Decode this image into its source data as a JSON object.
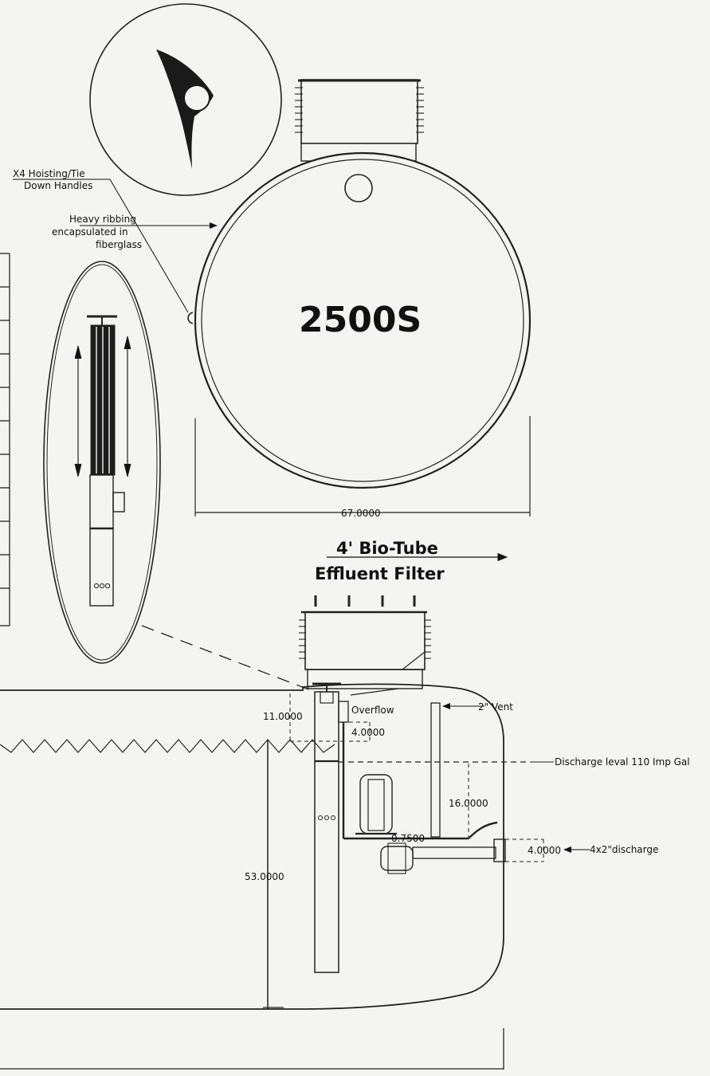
{
  "model": "2500S",
  "filter": {
    "line1": "4' Bio-Tube",
    "line2": "Effluent Filter"
  },
  "callouts": {
    "handles_line1": "X4 Hoisting/Tie",
    "handles_line2": "Down Handles",
    "ribbing_line1": "Heavy ribbing",
    "ribbing_line2": "encapsulated in",
    "ribbing_line3": "fiberglass",
    "overflow": "Overflow",
    "vent": "2\" Vent",
    "discharge_level": "Discharge leval 110 Imp Gal",
    "discharge_pipe": "4x2\"discharge"
  },
  "dimensions": {
    "width": "67.0000",
    "height": "53.0000",
    "top_gap": "11.0000",
    "overflow_drop": "4.0000",
    "level_drop": "16.0000",
    "pump_offset": "0.7500",
    "outlet_size": "4.0000"
  }
}
